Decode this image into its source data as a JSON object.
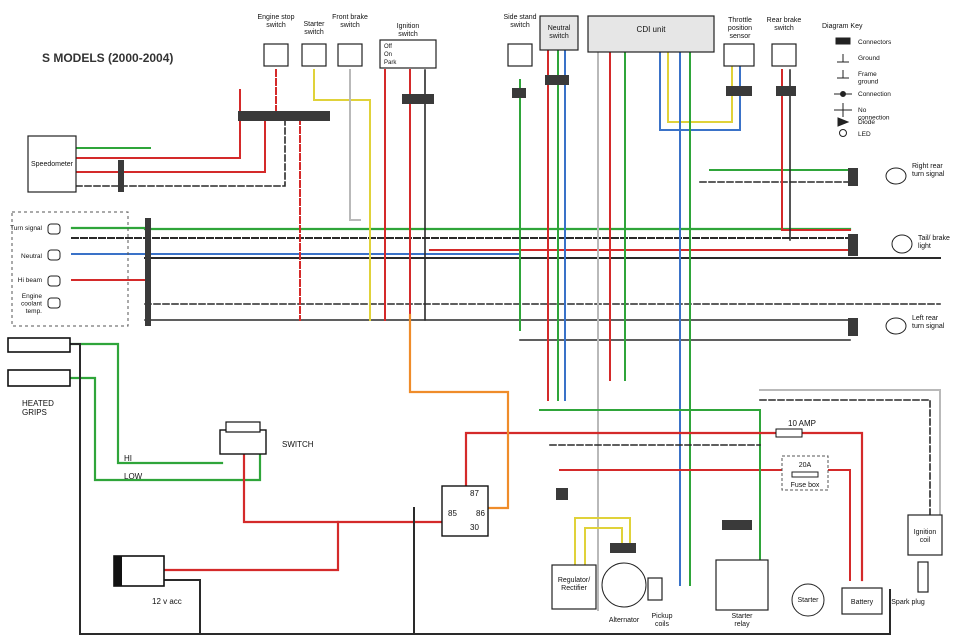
{
  "title": "S MODELS (2000-2004)",
  "colors": {
    "red": "#d42a2a",
    "green": "#2fa53a",
    "blue": "#3a72c8",
    "yellow": "#e0d23a",
    "orange": "#ef8c2a",
    "black": "#2a2a2a",
    "gray": "#b9b9b9",
    "connector": "#3a3a3a"
  },
  "components": {
    "engine_stop_switch": "Engine stop switch",
    "starter_switch": "Starter switch",
    "front_brake_switch": "Front brake switch",
    "ignition_switch": "Ignition switch",
    "ignition_positions": [
      "Off",
      "On",
      "Park"
    ],
    "side_stand_switch": "Side stand switch",
    "neutral_switch": "Neutral switch",
    "cdi_unit": "CDI unit",
    "throttle_position_sensor": "Throttle position sensor",
    "rear_brake_switch": "Rear brake switch",
    "speedometer": "Speedometer",
    "turn_signal": "Turn signal",
    "neutral": "Neutral",
    "hi_beam": "Hi beam",
    "engine_coolant_temp": "Engine coolant temp.",
    "right_rear_turn_signal": "Right rear turn signal",
    "tail_brake_light": "Tail/ brake light",
    "left_rear_turn_signal": "Left rear turn signal",
    "regulator_rectifier": "Regulator/ Rectifier",
    "alternator": "Alternator",
    "pickup_coils": "Pickup coils",
    "starter_relay": "Starter relay",
    "starter": "Starter",
    "battery": "Battery",
    "spark_plug": "Spark plug",
    "ignition_coil": "Ignition coil",
    "fuse_box": "Fuse box",
    "fuse_rating": "20A"
  },
  "key": {
    "title": "Diagram Key",
    "items": [
      "Connectors",
      "Ground",
      "Frame ground",
      "Connection",
      "No connection",
      "Diode",
      "LED"
    ]
  },
  "additions": {
    "heated_grips": "HEATED GRIPS",
    "switch": "SWITCH",
    "hi": "HI",
    "low": "LOW",
    "fuse": "10 AMP",
    "acc": "12 v acc",
    "relay_pins": [
      "87",
      "85",
      "86",
      "30"
    ]
  }
}
